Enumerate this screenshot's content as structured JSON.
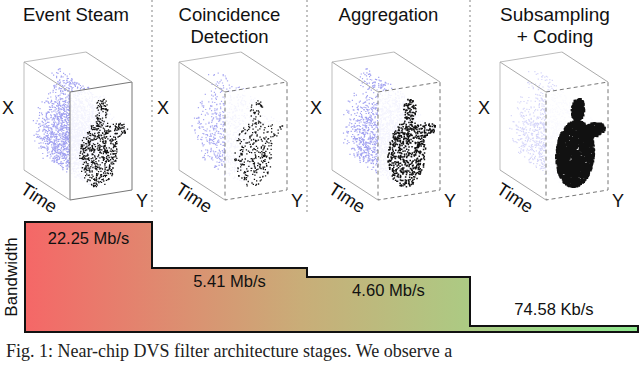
{
  "diagram": {
    "caption": "Fig. 1: Near-chip DVS filter architecture stages. We observe a",
    "nodes": [
      {
        "text": [
          "Event Steam"
        ]
      },
      {
        "text": [
          "Coincidence Detection"
        ]
      },
      {
        "text": [
          "Aggregation"
        ]
      },
      {
        "text": [
          "Subsampling + Coding"
        ]
      },
      {
        "text": [
          "22.25 Mb/s"
        ]
      },
      {
        "text": [
          "5.41 Mb/s"
        ]
      },
      {
        "text": [
          "4.60 Mb/s"
        ]
      },
      {
        "text": [
          "74.58 Kb/s"
        ]
      }
    ],
    "labels": [
      "X",
      "Time",
      "Y",
      "X",
      "Time",
      "Y",
      "X",
      "Time",
      "Y",
      "X",
      "Time",
      "Y",
      "Bandwidth"
    ]
  }
}
